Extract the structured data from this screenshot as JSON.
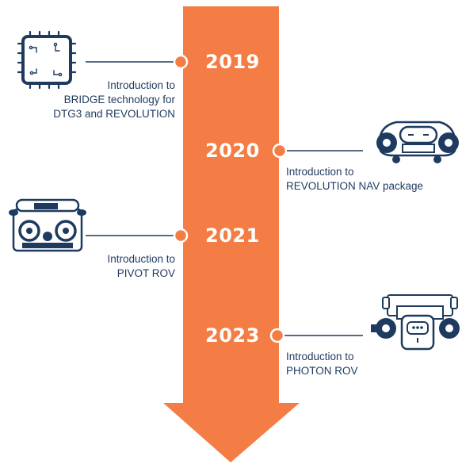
{
  "colors": {
    "arrow": "#f47c45",
    "navy": "#1e3a5f",
    "connector": "#1e3a5f"
  },
  "milestones": [
    {
      "year": "2019",
      "lines": [
        "Introduction to",
        "BRIDGE technology for",
        "DTG3 and REVOLUTION"
      ],
      "side": "left",
      "icon": "circuit-chip-icon"
    },
    {
      "year": "2020",
      "lines": [
        "Introduction to",
        "REVOLUTION NAV package"
      ],
      "side": "right",
      "icon": "revolution-rov-icon"
    },
    {
      "year": "2021",
      "lines": [
        "Introduction to",
        "PIVOT ROV"
      ],
      "side": "left",
      "icon": "pivot-rov-icon"
    },
    {
      "year": "2023",
      "lines": [
        "Introduction to",
        "PHOTON ROV"
      ],
      "side": "right",
      "icon": "photon-rov-icon"
    }
  ]
}
